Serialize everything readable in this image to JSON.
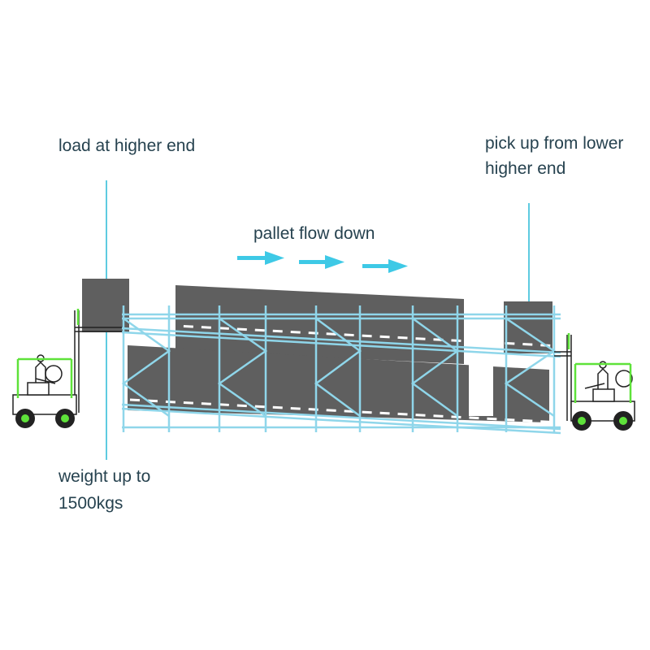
{
  "labels": {
    "load_end": "load at higher end",
    "pick_end_line1": "pick up from lower",
    "pick_end_line2": "higher end",
    "flow": "pallet flow down",
    "weight_line1": "weight up to",
    "weight_line2": "1500kgs"
  },
  "colors": {
    "rack_frame": "#8fd6ea",
    "leader_line": "#5ecbe0",
    "pallet_load": "#5f5f5f",
    "flow_arrow": "#3ec9e6",
    "forklift_outline": "#222222",
    "forklift_accent": "#5ee23a",
    "text": "#26424f"
  },
  "icons": {
    "flow_arrow": "right-arrow-icon",
    "forklift": "forklift-icon"
  }
}
